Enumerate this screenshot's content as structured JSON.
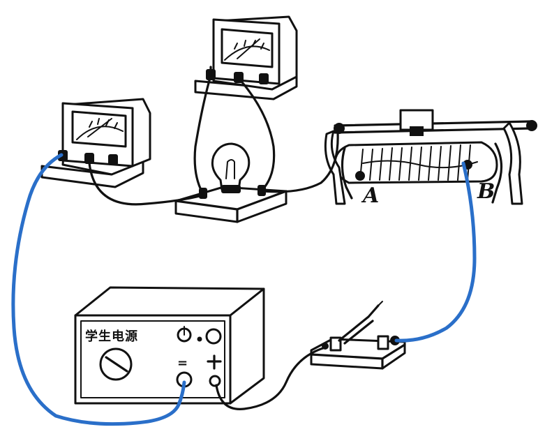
{
  "labels": {
    "terminal_a": "A",
    "terminal_b": "B"
  },
  "power_supply": {
    "nameplate": "学生电源",
    "dc_symbol": "="
  },
  "colors": {
    "wire_added": "#2a6fc9",
    "ink": "#111111"
  }
}
